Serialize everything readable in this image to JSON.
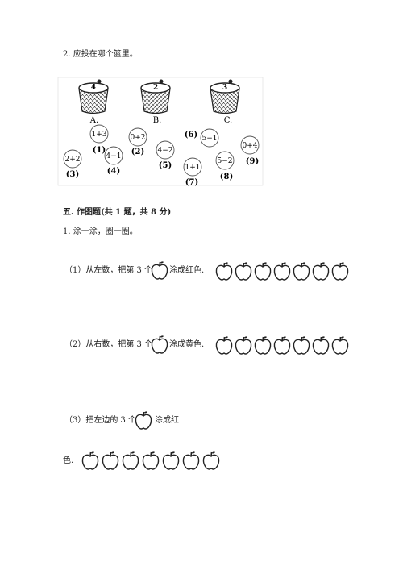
{
  "q2": {
    "prompt": "2. 应投在哪个篮里。",
    "baskets": [
      {
        "number": "4",
        "letter": "A."
      },
      {
        "number": "2",
        "letter": "B."
      },
      {
        "number": "3",
        "letter": "C."
      }
    ],
    "balls": [
      {
        "expr": "1+3",
        "index": "(1)"
      },
      {
        "expr": "0+2",
        "index": "(2)"
      },
      {
        "expr": "2+2",
        "index": "(3)"
      },
      {
        "expr": "4−1",
        "index": "(4)"
      },
      {
        "expr": "4−2",
        "index": "(5)"
      },
      {
        "expr": "5−1",
        "index": "(6)"
      },
      {
        "expr": "1+1",
        "index": "(7)"
      },
      {
        "expr": "5−2",
        "index": "(8)"
      },
      {
        "expr": "0+4",
        "index": "(9)"
      }
    ]
  },
  "section5": {
    "heading": "五. 作图题(共 1 题，共 8 分)",
    "q1": {
      "prompt": "1. 涂一涂，圈一圈。",
      "part1": {
        "before": "（1）从左数，把第 3 个",
        "after": "涂成红色."
      },
      "part2": {
        "before": "（2）从右数，把第 3 个",
        "after": "涂成黄色."
      },
      "part3": {
        "before": "（3）把左边的 3 个",
        "after": "涂成红",
        "cont": "色."
      }
    }
  }
}
